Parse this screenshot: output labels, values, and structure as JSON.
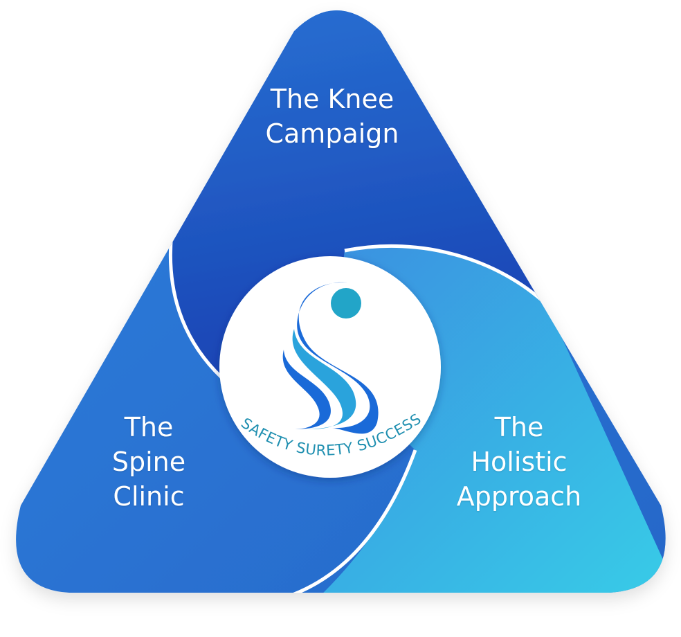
{
  "sections": {
    "top": {
      "lines": [
        "The Knee",
        "Campaign"
      ]
    },
    "left": {
      "lines": [
        "The",
        "Spine",
        "Clinic"
      ]
    },
    "right": {
      "lines": [
        "The",
        "Holistic",
        "Approach"
      ]
    }
  },
  "logo": {
    "tagline": "SAFETY SURETY SUCCESS"
  },
  "colors": {
    "dark_blue": "#1a4fbf",
    "mid_blue": "#2a70d0",
    "cyan": "#36c8e6",
    "teal_text": "#1f8fb0"
  }
}
